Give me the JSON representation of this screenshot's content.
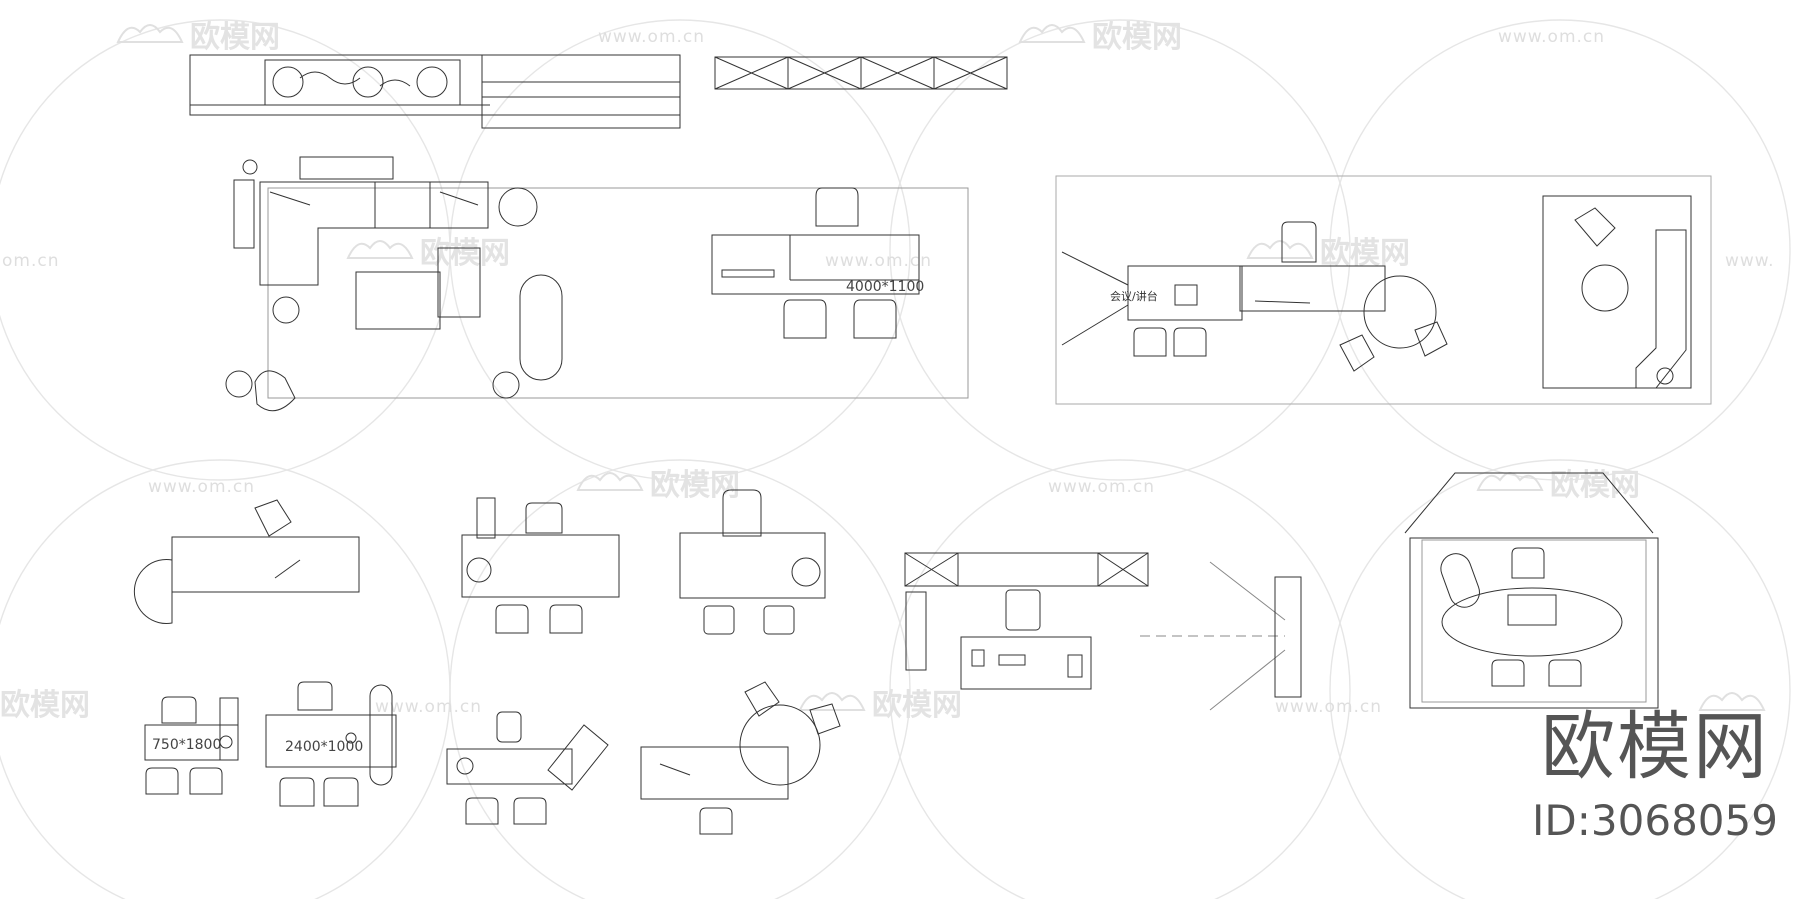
{
  "watermark": {
    "brand": "欧模网",
    "url": "www.om.cn",
    "url_cut": "om.cn",
    "url_start": "www."
  },
  "labels": {
    "table_large": "4000*1100",
    "table_small_a": "750*1800",
    "table_small_b": "2400*1000",
    "conference_label": "会议/讲台"
  },
  "brand": {
    "name": "欧模网",
    "id": "ID:3068059"
  }
}
